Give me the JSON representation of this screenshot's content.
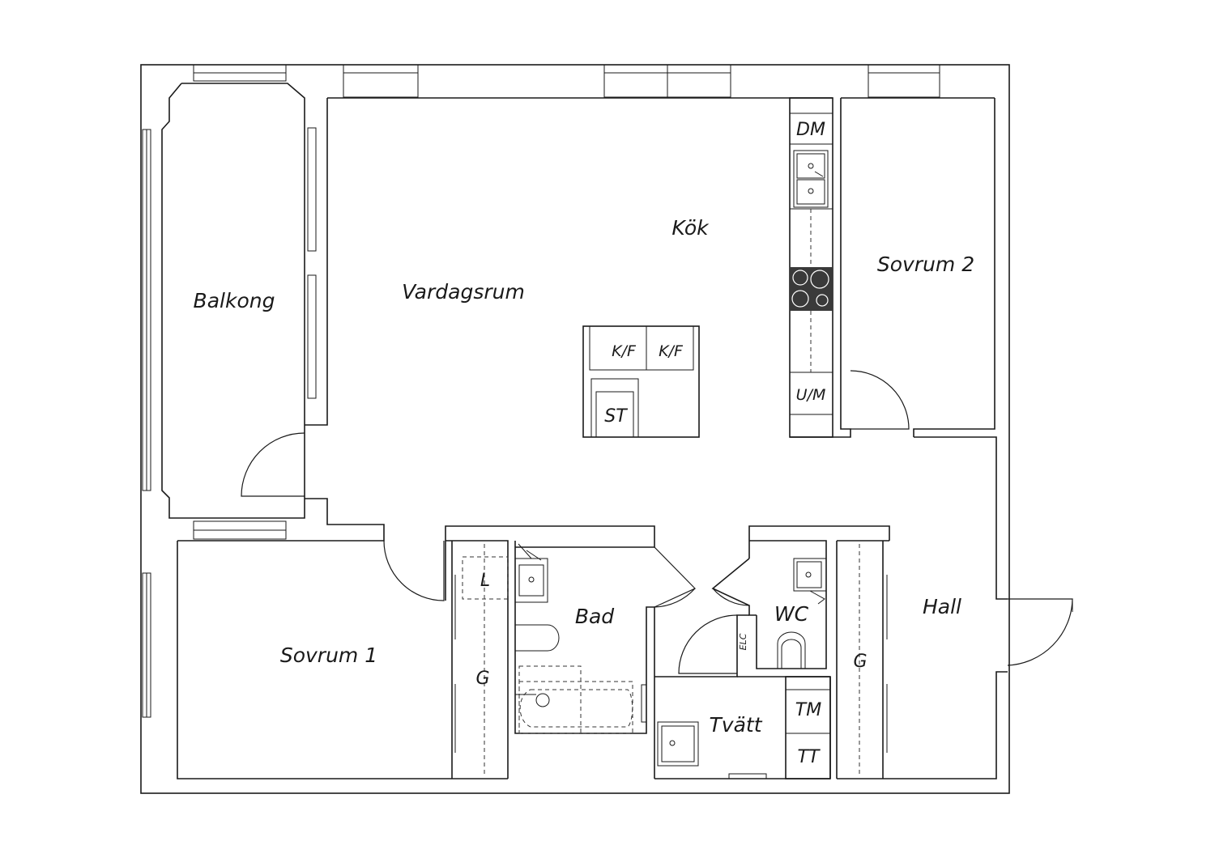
{
  "rooms": {
    "balkong": "Balkong",
    "vardagsrum": "Vardagsrum",
    "kok": "Kök",
    "sovrum2": "Sovrum 2",
    "sovrum1": "Sovrum 1",
    "bad": "Bad",
    "wc": "WC",
    "hall": "Hall",
    "tvatt": "Tvätt"
  },
  "fixtures": {
    "dm": "DM",
    "kf1": "K/F",
    "kf2": "K/F",
    "st": "ST",
    "um": "U/M",
    "l": "L",
    "g1": "G",
    "g2": "G",
    "elc": "ELC",
    "tm": "TM",
    "tt": "TT"
  },
  "colors": {
    "line": "#1a1a1a",
    "background": "#ffffff",
    "stove": "#3a3a3a"
  }
}
